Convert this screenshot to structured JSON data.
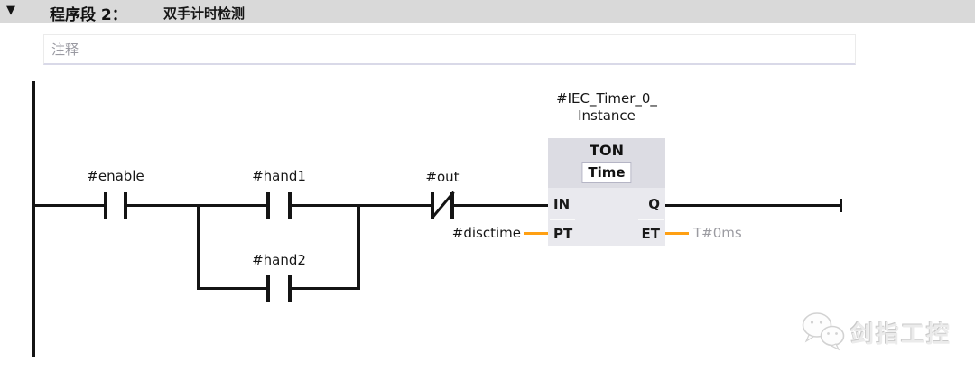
{
  "header": {
    "collapse_icon": "▼",
    "network_label": "程序段 2：",
    "network_title": "双手计时检测"
  },
  "comment": {
    "placeholder": "注释"
  },
  "ladder": {
    "contacts": [
      {
        "id": "enable",
        "label": "#enable",
        "type": "NO"
      },
      {
        "id": "hand1",
        "label": "#hand1",
        "type": "NO"
      },
      {
        "id": "hand2",
        "label": "#hand2",
        "type": "NO"
      },
      {
        "id": "out",
        "label": "#out",
        "type": "NC"
      }
    ],
    "timer_block": {
      "instance_name_line1": "#IEC_Timer_0_",
      "instance_name_line2": "Instance",
      "block_type": "TON",
      "data_type": "Time",
      "pins": {
        "in": "IN",
        "q": "Q",
        "pt": "PT",
        "et": "ET"
      },
      "pt_operand": "#disctime",
      "et_value": "T#0ms"
    }
  },
  "watermark": {
    "text": "剑指工控"
  },
  "colors": {
    "line_black": "#141414",
    "accent_orange": "#FFA013",
    "header_bar_bg": "#D9D9D9",
    "block_header_bg": "#DCDCE3",
    "block_body_bg": "#E9E9EE",
    "value_gray_text": "#9B9BA1",
    "comment_placeholder_gray": "#9A9AA2"
  }
}
